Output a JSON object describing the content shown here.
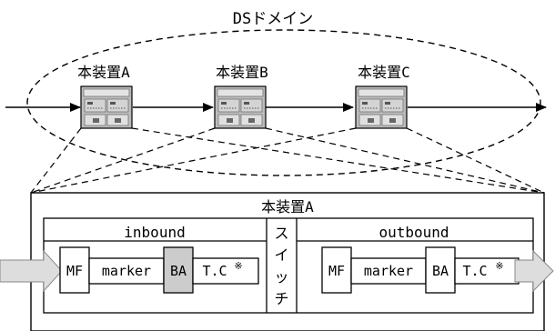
{
  "domain": {
    "title": "DSドメイン",
    "devices": [
      {
        "id": "a",
        "label": "本装置A"
      },
      {
        "id": "b",
        "label": "本装置B"
      },
      {
        "id": "c",
        "label": "本装置C"
      }
    ]
  },
  "detail": {
    "title": "本装置A",
    "switch_chars": [
      "ス",
      "イ",
      "ッ",
      "チ"
    ],
    "inbound": {
      "title": "inbound",
      "blocks": [
        {
          "id": "mf",
          "label": "MF",
          "highlight": false
        },
        {
          "id": "marker",
          "label": "marker",
          "highlight": false
        },
        {
          "id": "ba",
          "label": "BA",
          "highlight": true
        },
        {
          "id": "tc",
          "label": "T.C",
          "note": "※",
          "highlight": false
        }
      ]
    },
    "outbound": {
      "title": "outbound",
      "blocks": [
        {
          "id": "mf",
          "label": "MF",
          "highlight": false
        },
        {
          "id": "marker",
          "label": "marker",
          "highlight": false
        },
        {
          "id": "ba",
          "label": "BA",
          "highlight": false
        },
        {
          "id": "tc",
          "label": "T.C",
          "note": "※",
          "highlight": false
        }
      ]
    }
  },
  "colors": {
    "stroke": "#000000",
    "highlight_fill": "#cccccc",
    "flow_arrow_fill": "#dddddd",
    "device_fill": "#bdbdbd"
  }
}
